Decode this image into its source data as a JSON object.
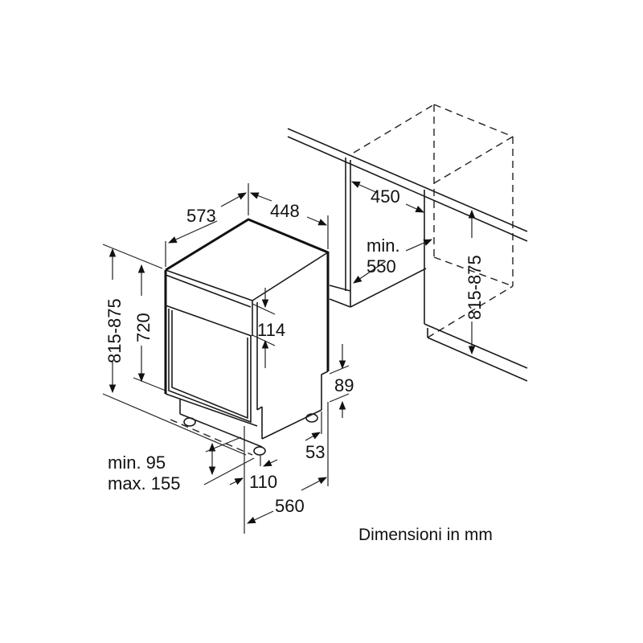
{
  "diagram": {
    "type": "technical-dimension-drawing",
    "subject": "semi-integrated dishwasher installation dimensions",
    "caption": "Dimensioni in mm",
    "appliance": {
      "depth_label": "573",
      "width_label": "448",
      "total_height_label": "815-875",
      "body_height_label": "720",
      "panel_height_label": "114",
      "plinth_offset_label": "89",
      "foot_offset_label": "53",
      "plinth_height_min": "min. 95",
      "plinth_height_max": "max. 155",
      "foot_inset_label": "110",
      "depth_bottom_label": "560"
    },
    "niche": {
      "width_label": "450",
      "depth_label_line1": "min.",
      "depth_label_line2": "550",
      "height_label": "815-875"
    },
    "colors": {
      "line": "#111111",
      "background": "#ffffff"
    }
  }
}
